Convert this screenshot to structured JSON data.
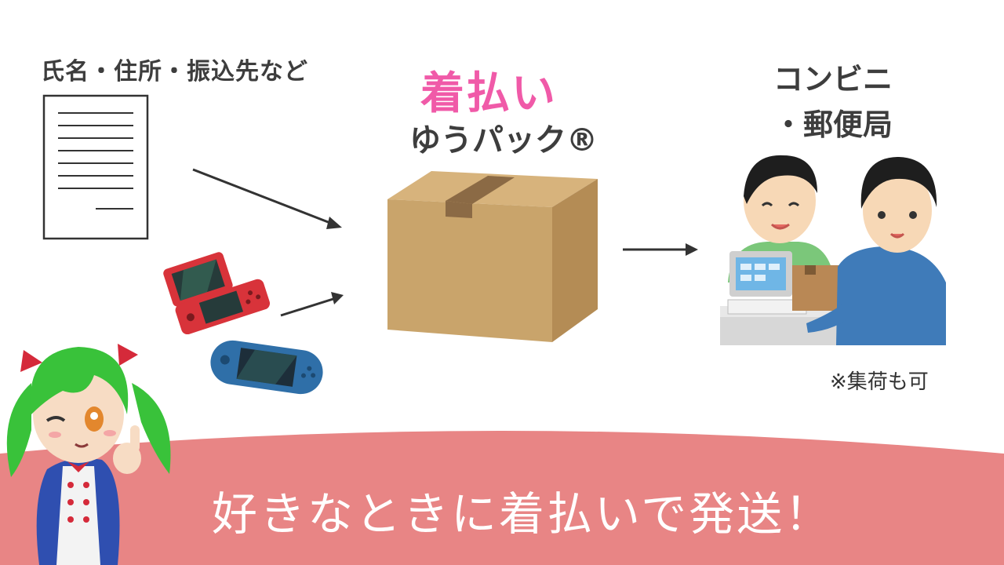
{
  "document_label": "氏名・住所・振込先など",
  "title": "着払い",
  "subtitle": "ゆうパック®",
  "destination_line1": "コンビニ",
  "destination_line2": "・郵便局",
  "note": "※集荷も可",
  "banner_text": "好きなときに着払いで発送！",
  "colors": {
    "title_pink": "#f05aa8",
    "banner": "#e88585",
    "box": "#c9a46b",
    "tape": "#8b6a45"
  },
  "icons": [
    "document-icon",
    "handheld-console-red-icon",
    "handheld-console-blue-icon",
    "cardboard-box-icon",
    "store-clerk-customer-icon",
    "mascot-character-icon"
  ]
}
